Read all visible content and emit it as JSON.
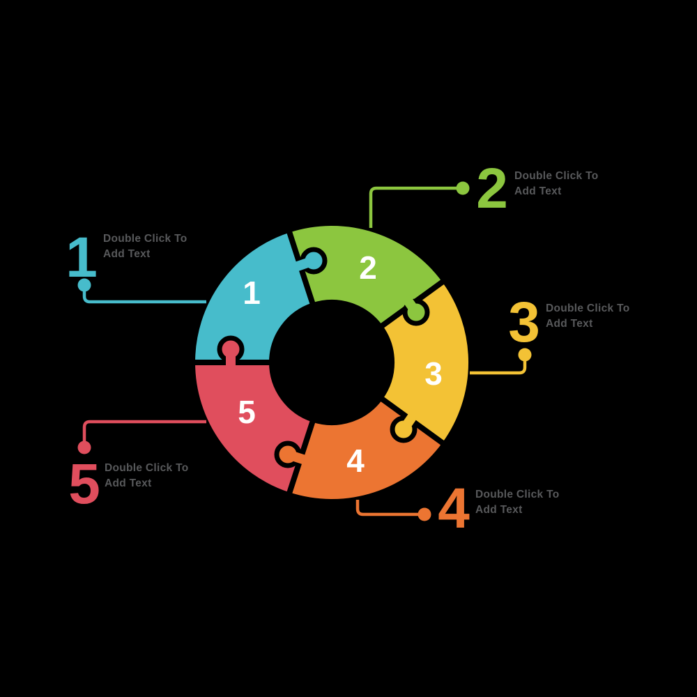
{
  "canvas": {
    "background": "#000000",
    "note_text_color": "#58595B",
    "piece_number_color": "#FFFFFF"
  },
  "segments": [
    {
      "number": "1",
      "color": "#47BCCB",
      "note_line1": "Double Click To",
      "note_line2": "Add Text"
    },
    {
      "number": "2",
      "color": "#8CC63F",
      "note_line1": "Double Click To",
      "note_line2": "Add Text"
    },
    {
      "number": "3",
      "color": "#F3C235",
      "note_line1": "Double Click To",
      "note_line2": "Add Text"
    },
    {
      "number": "4",
      "color": "#EC7532",
      "note_line1": "Double Click To",
      "note_line2": "Add Text"
    },
    {
      "number": "5",
      "color": "#E04E5D",
      "note_line1": "Double Click To",
      "note_line2": "Add Text"
    }
  ]
}
